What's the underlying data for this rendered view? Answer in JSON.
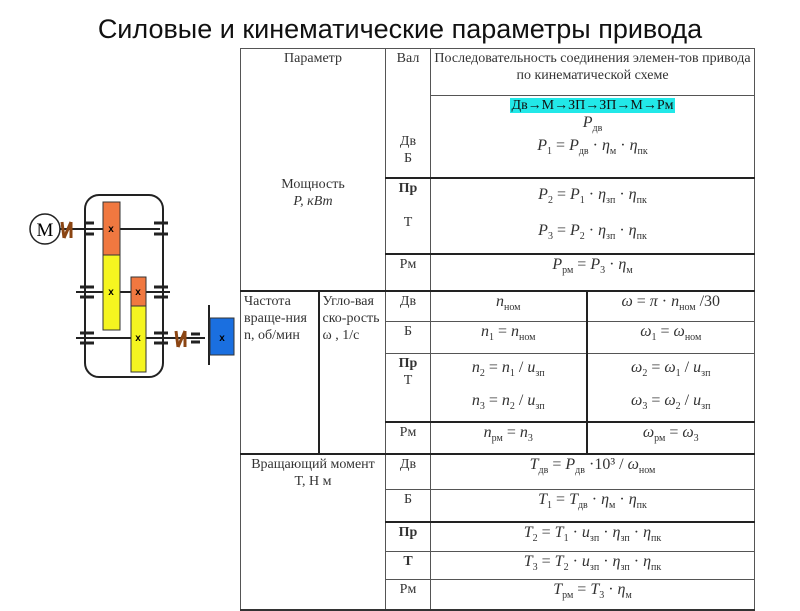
{
  "title": "Силовые и кинематические параметры привода",
  "diagram": {
    "motor_label": "М",
    "gear_mark": "x"
  },
  "header": {
    "param": "Параметр",
    "shaft": "Вал",
    "sequence": "Последовательность соединения элемен-тов  привода по кинематической схеме"
  },
  "chain": "Дв→М→ЗП→ЗП→М→Рм",
  "power": {
    "label": "Мощность",
    "unit": "P, кВт",
    "shafts": [
      "Дв",
      "Б",
      "Пр",
      "Т",
      "Рм"
    ],
    "formulas": [
      [
        [
          "P",
          "дв"
        ]
      ],
      [
        [
          "P",
          "1"
        ],
        [
          " = "
        ],
        [
          "P",
          "дв"
        ],
        [
          " · "
        ],
        [
          "η",
          "м"
        ],
        [
          " · "
        ],
        [
          "η",
          "пк"
        ]
      ],
      [
        [
          "P",
          "2"
        ],
        [
          " = "
        ],
        [
          "P",
          "1"
        ],
        [
          " · "
        ],
        [
          "η",
          "зп"
        ],
        [
          " · "
        ],
        [
          "η",
          "пк"
        ]
      ],
      [
        [
          "P",
          "3"
        ],
        [
          " = "
        ],
        [
          "P",
          "2"
        ],
        [
          " · "
        ],
        [
          "η",
          "зп"
        ],
        [
          " · "
        ],
        [
          "η",
          "пк"
        ]
      ],
      [
        [
          "P",
          "рм"
        ],
        [
          " = "
        ],
        [
          "P",
          "3"
        ],
        [
          " · "
        ],
        [
          "η",
          "м"
        ]
      ]
    ]
  },
  "speed": {
    "label": "Частота враще-ния n, об/мин",
    "label2": "Угло-вая ско-рость ω , 1/с",
    "shafts": [
      "Дв",
      "Б",
      "Пр",
      "Т",
      "Рм"
    ],
    "n": [
      [
        [
          "n",
          "ном"
        ]
      ],
      [
        [
          "n",
          "1"
        ],
        [
          " = "
        ],
        [
          "n",
          "ном"
        ]
      ],
      [
        [
          "n",
          "2"
        ],
        [
          " = "
        ],
        [
          "n",
          "1"
        ],
        [
          " / "
        ],
        [
          "u",
          "зп"
        ]
      ],
      [
        [
          "n",
          "3"
        ],
        [
          " = "
        ],
        [
          "n",
          "2"
        ],
        [
          " / "
        ],
        [
          "u",
          "зп"
        ]
      ],
      [
        [
          "n",
          "рм"
        ],
        [
          " = "
        ],
        [
          "n",
          "3"
        ]
      ]
    ],
    "w": [
      [
        [
          "ω"
        ],
        [
          " = "
        ],
        [
          "π"
        ],
        [
          " · "
        ],
        [
          "n",
          "ном"
        ],
        [
          " /30"
        ]
      ],
      [
        [
          "ω",
          "1"
        ],
        [
          " = "
        ],
        [
          "ω",
          "ном"
        ]
      ],
      [
        [
          "ω",
          "2"
        ],
        [
          " = "
        ],
        [
          "ω",
          "1"
        ],
        [
          " / "
        ],
        [
          "u",
          "зп"
        ]
      ],
      [
        [
          "ω",
          "3"
        ],
        [
          " = "
        ],
        [
          "ω",
          "2"
        ],
        [
          " / "
        ],
        [
          "u",
          "зп"
        ]
      ],
      [
        [
          "ω",
          "рм"
        ],
        [
          " = "
        ],
        [
          "ω",
          "3"
        ]
      ]
    ]
  },
  "torque": {
    "label": "Вращающий момент T, Н м",
    "shafts": [
      "Дв",
      "Б",
      "Пр",
      "Т",
      "Рм"
    ],
    "formulas": [
      [
        [
          "T",
          "дв"
        ],
        [
          " = "
        ],
        [
          "P",
          "дв"
        ],
        [
          " ·10³ / "
        ],
        [
          "ω",
          "ном"
        ]
      ],
      [
        [
          "T",
          "1"
        ],
        [
          " = "
        ],
        [
          "T",
          "дв"
        ],
        [
          " · "
        ],
        [
          "η",
          "м"
        ],
        [
          " · "
        ],
        [
          "η",
          "пк"
        ]
      ],
      [
        [
          "T",
          "2"
        ],
        [
          " = "
        ],
        [
          "T",
          "1"
        ],
        [
          " · "
        ],
        [
          "u",
          "зп"
        ],
        [
          " · "
        ],
        [
          "η",
          "зп"
        ],
        [
          " · "
        ],
        [
          "η",
          "пк"
        ]
      ],
      [
        [
          "T",
          "3"
        ],
        [
          " = "
        ],
        [
          "T",
          "2"
        ],
        [
          " · "
        ],
        [
          "u",
          "зп"
        ],
        [
          " · "
        ],
        [
          "η",
          "зп"
        ],
        [
          " · "
        ],
        [
          "η",
          "пк"
        ]
      ],
      [
        [
          "T",
          "рм"
        ],
        [
          " = "
        ],
        [
          "T",
          "3"
        ],
        [
          " · "
        ],
        [
          "η",
          "м"
        ]
      ]
    ]
  }
}
